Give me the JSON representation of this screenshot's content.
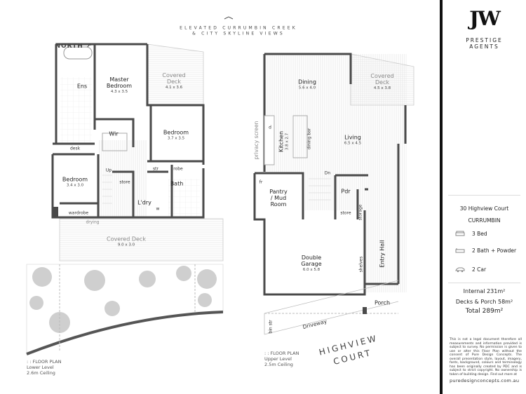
{
  "heading": {
    "line1": "ELEVATED CURRUMBIN CREEK",
    "line2": "& CITY SKYLINE VIEWS"
  },
  "north_label": "NORTH",
  "lower_level": {
    "rooms": [
      {
        "name": "Master",
        "name2": "Bedroom",
        "dim": "4.3 x 3.5"
      },
      {
        "name": "Covered",
        "name2": "Deck",
        "dim": "4.1 x 3.6"
      },
      {
        "name": "Ens"
      },
      {
        "name": "Wir"
      },
      {
        "name": "Bedroom",
        "dim": "3.7 x 3.5"
      },
      {
        "name": "Bedroom",
        "dim": "3.4 x 3.0"
      },
      {
        "name": "Bath"
      },
      {
        "name": "L'dry"
      },
      {
        "name": "Covered Deck",
        "dim": "9.0 x 3.0"
      }
    ],
    "labels": {
      "desk": "desk",
      "up": "Up",
      "store": "store",
      "str": "str",
      "robe": "robe",
      "w": "w",
      "wardrobe": "wardrobe",
      "drying": "drying"
    },
    "caption": {
      "line1": ": : FLOOR PLAN",
      "line2": "Lower Level",
      "line3": "2.6m Ceiling"
    }
  },
  "upper_level": {
    "rooms": [
      {
        "name": "Dining",
        "dim": "5.6 x 4.0"
      },
      {
        "name": "Covered",
        "name2": "Deck",
        "dim": "4.5 x 3.8"
      },
      {
        "name": "Kitchen",
        "dim": "3.8 x 2.7"
      },
      {
        "name": "Living",
        "dim": "6.5 x 4.5"
      },
      {
        "name": "Pantry",
        "name2": "/ Mud",
        "name3": "Room"
      },
      {
        "name": "Pdr"
      },
      {
        "name": "Double",
        "name2": "Garage",
        "dim": "6.0 x 5.8"
      },
      {
        "name": "Entry Hall"
      },
      {
        "name": "Porch"
      }
    ],
    "labels": {
      "privacy_screen": "privacy screen",
      "dining_bar": "dining bar",
      "d": "d",
      "fr": "fr",
      "dn": "Dn",
      "store": "store",
      "storage": "storage",
      "shelves": "shelves",
      "bin_str": "bin str",
      "driveway": "Driveway"
    },
    "street": {
      "line1": "HIGHVIEW",
      "line2": "COURT"
    },
    "caption": {
      "line1": ": : FLOOR PLAN",
      "line2": "Upper Level",
      "line3": "2.5m Ceiling"
    }
  },
  "sidebar": {
    "logo": "JW",
    "tagline1": "PRESTIGE",
    "tagline2": "AGENTS",
    "address": "30 Highview Court",
    "suburb": "CURRUMBIN",
    "features": [
      {
        "icon": "bed-icon",
        "label": "3 Bed"
      },
      {
        "icon": "bath-icon",
        "label": "2 Bath + Powder"
      },
      {
        "icon": "car-icon",
        "label": "2 Car"
      }
    ],
    "internal": "Internal 231m²",
    "decks": "Decks & Porch 58m²",
    "total": "Total 289m²",
    "disclaimer": "This is not a legal document therefore all measurements and information provided is subject to survey. No permission is given to use or alter this Floor Plan without the consent of Pure Design Concepts. The overall presentation style, layout, imagery, fonts, background, colours and terminology has been originally created by PDC and is subject to strict copyright. No ownership is taken of building design. Find out more at",
    "url": "puredesignconcepts.com.au"
  },
  "colors": {
    "wall": "#4a4a4a",
    "line": "#bbbbbb",
    "tree": "#cfcfcf",
    "frame": "#111111"
  }
}
